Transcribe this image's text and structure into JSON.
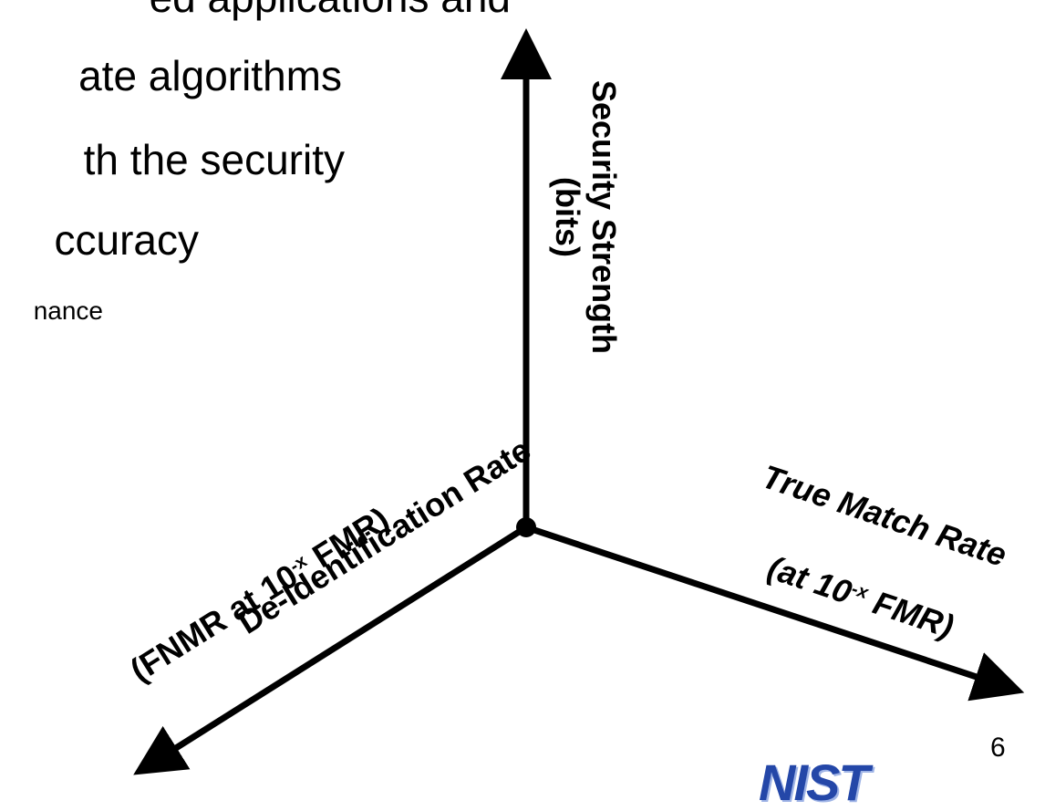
{
  "slide": {
    "bullet_fragments": [
      "ed applications and",
      "ate algorithms",
      "th the security",
      "ccuracy",
      "nance"
    ],
    "page_number": "6",
    "logo_text": "NIST"
  },
  "diagram": {
    "vertical_axis": {
      "line1": "Security Strength",
      "line2": "(bits)"
    },
    "right_axis": {
      "line1": "True Match Rate",
      "line2_prefix": "(at 10",
      "line2_sup": "-x",
      "line2_suffix": " FMR)"
    },
    "left_axis": {
      "line1": "De-Identification Rate",
      "line2_prefix": "(FNMR at 10",
      "line2_sup": "-x",
      "line2_suffix": " FMR)"
    },
    "colors": {
      "axis": "#000000",
      "logo": "#2447a8"
    }
  }
}
